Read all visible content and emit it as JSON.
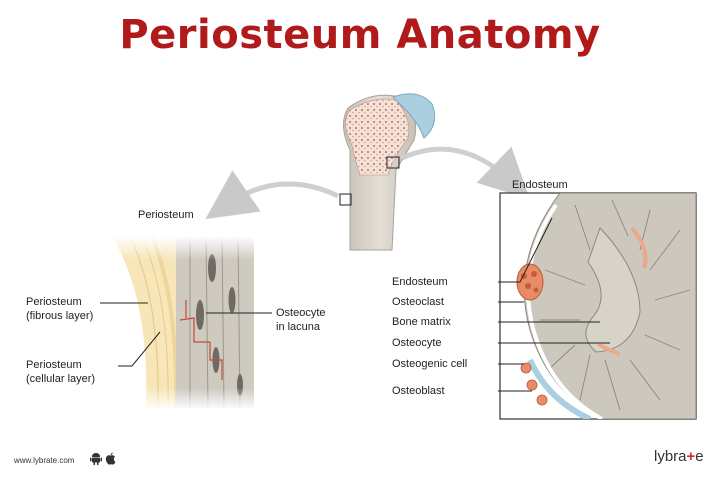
{
  "title": "Periosteum  Anatomy",
  "labels": {
    "periosteum_header": "Periosteum",
    "endosteum_header": "Endosteum",
    "periosteum_fibrous_l1": "Periosteum",
    "periosteum_fibrous_l2": "(fibrous layer)",
    "periosteum_cellular_l1": "Periosteum",
    "periosteum_cellular_l2": "(cellular layer)",
    "osteocyte_lacuna_l1": "Osteocyte",
    "osteocyte_lacuna_l2": "in lacuna",
    "endosteum": "Endosteum",
    "osteoclast": "Osteoclast",
    "bone_matrix": "Bone matrix",
    "osteocyte": "Osteocyte",
    "osteogenic_cell": "Osteogenic cell",
    "osteoblast": "Osteoblast"
  },
  "footer": {
    "url": "www.lybrate.com",
    "icons": [
      "android-icon",
      "apple-icon"
    ],
    "brand_prefix": "lybra",
    "brand_plus": "+",
    "brand_suffix": "e"
  },
  "colors": {
    "title": "#b01a1a",
    "spongy_bone": "#f1d9cf",
    "compact_bone": "#cfcac0",
    "cartilage": "#a9cfe0",
    "periosteum_fibrous": "#f5e3b0",
    "osteoclast": "#e9875f",
    "brand_plus": "#d62828"
  }
}
